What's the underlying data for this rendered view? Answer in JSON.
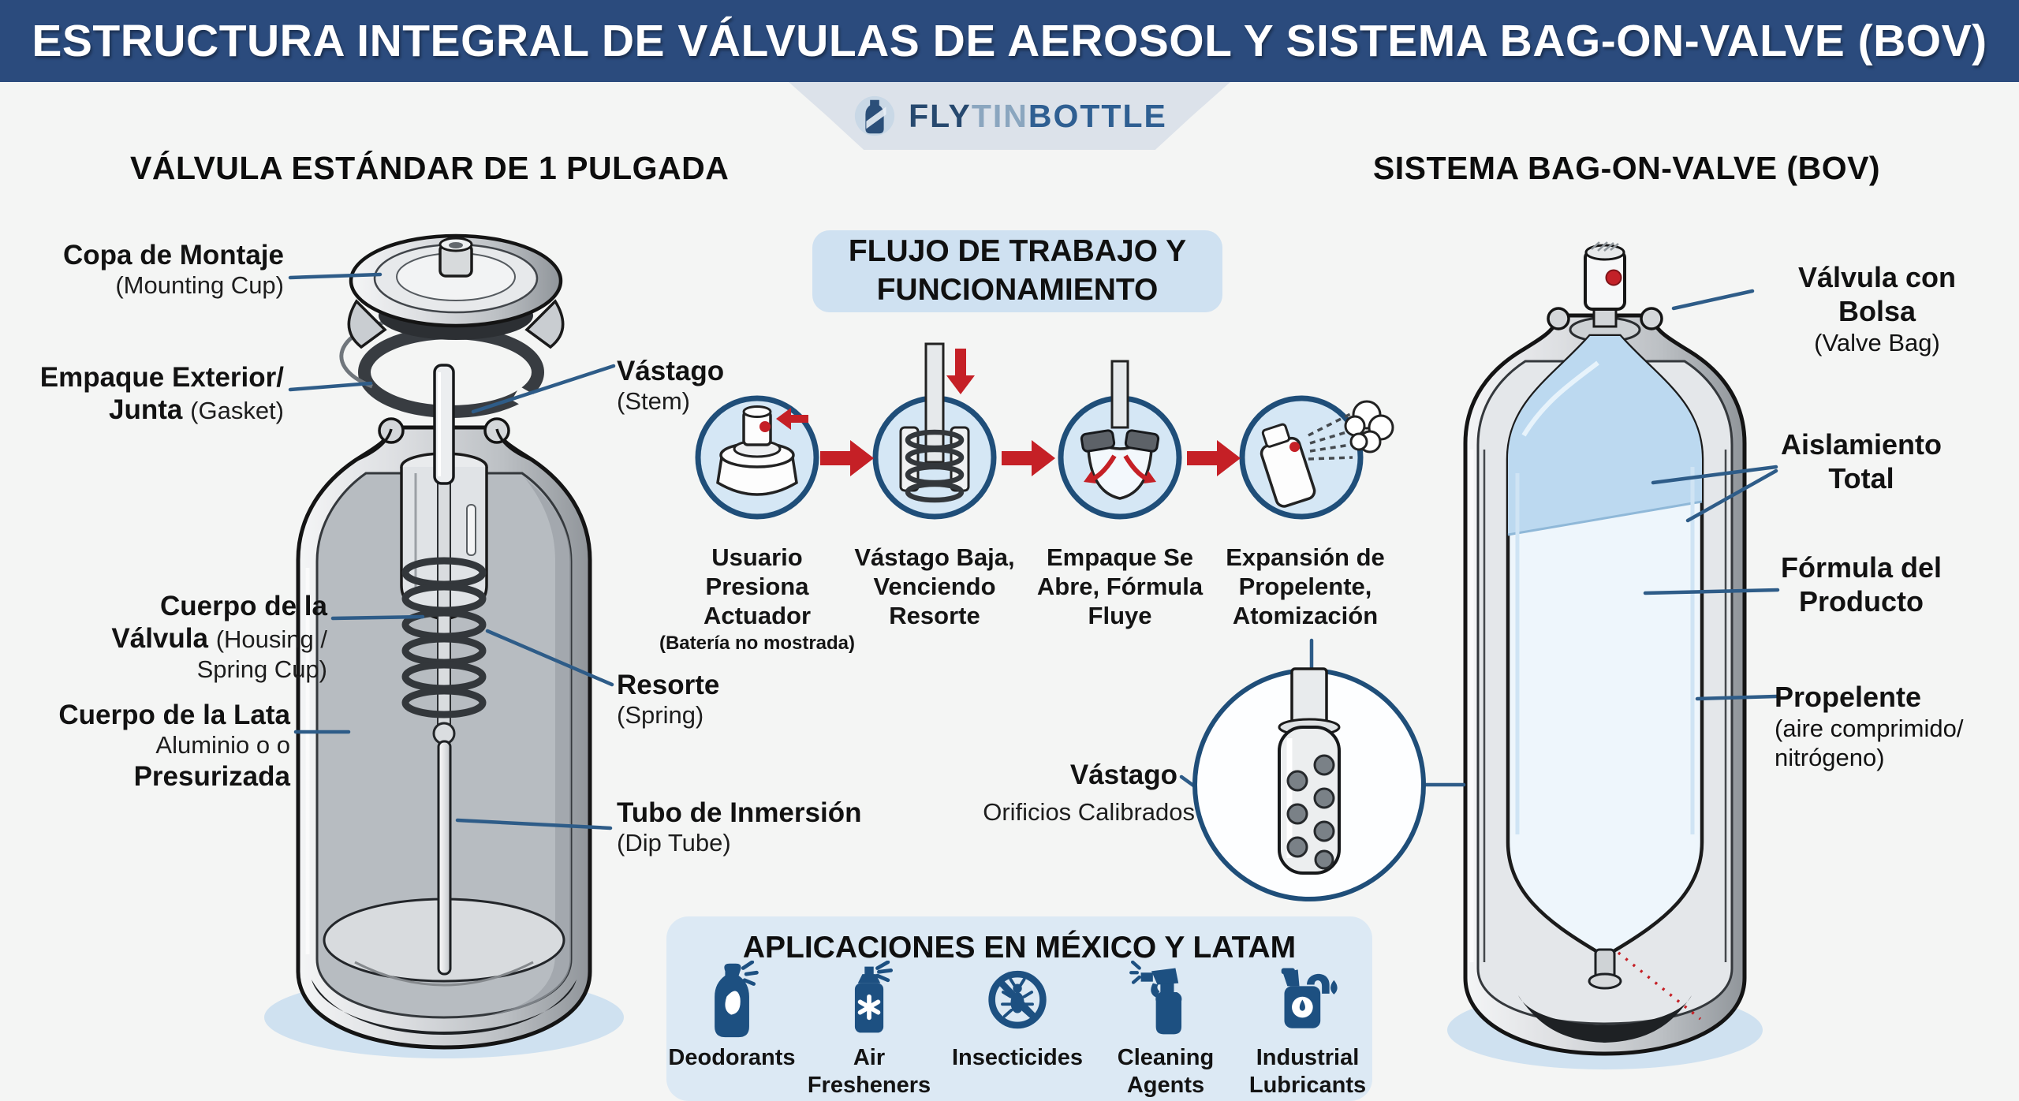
{
  "header": {
    "title": "ESTRUCTURA INTEGRAL DE VÁLVULAS DE AEROSOL Y SISTEMA BAG-ON-VALVE (BOV)"
  },
  "logo": {
    "fly": "FLY",
    "tin": "TIN",
    "bottle": "BOTTLE"
  },
  "left_panel": {
    "heading": "VÁLVULA ESTÁNDAR DE 1 PULGADA",
    "callouts": {
      "mounting_cup": {
        "bold": "Copa de Montaje",
        "normal": "(Mounting Cup)"
      },
      "gasket": {
        "bold1": "Empaque Exterior/",
        "bold2": "Junta",
        "normal2": "(Gasket)"
      },
      "housing": {
        "bold1": "Cuerpo de la",
        "bold2": "Válvula",
        "normal2": "(Housing /",
        "normal3": "Spring Cup)"
      },
      "can_body": {
        "bold1": "Cuerpo de la Lata",
        "normal2": "Aluminio o o",
        "bold3": "Presurizada"
      },
      "stem": {
        "bold": "Vástago",
        "normal": "(Stem)"
      },
      "spring": {
        "bold": "Resorte",
        "normal": "(Spring)"
      },
      "dip_tube": {
        "bold": "Tubo de Inmersión",
        "normal": "(Dip Tube)"
      }
    }
  },
  "workflow": {
    "title_line1": "FLUJO DE TRABAJO Y",
    "title_line2": "FUNCIONAMIENTO",
    "steps": [
      {
        "l1": "Usuario",
        "l2": "Presiona",
        "l3": "Actuador",
        "note": "(Batería no mostrada)"
      },
      {
        "l1": "Vástago Baja,",
        "l2": "Venciendo",
        "l3": "Resorte",
        "note": ""
      },
      {
        "l1": "Empaque Se",
        "l2": "Abre, Fórmula",
        "l3": "Fluye",
        "note": ""
      },
      {
        "l1": "Expansión de",
        "l2": "Propelente,",
        "l3": "Atomización",
        "note": ""
      }
    ],
    "inset": {
      "bold": "Vástago",
      "normal": "Orificios Calibrados"
    }
  },
  "right_panel": {
    "heading": "SISTEMA BAG-ON-VALVE (BOV)",
    "callouts": {
      "valve_bag": {
        "bold": "Válvula con Bolsa",
        "normal": "(Valve Bag)"
      },
      "isolation": {
        "bold1": "Aislamiento",
        "bold2": "Total"
      },
      "formula": {
        "bold1": "Fórmula del",
        "bold2": "Producto"
      },
      "propellant": {
        "bold": "Propelente",
        "normal1": "(aire comprimido/",
        "normal2": "nitrógeno)"
      }
    }
  },
  "applications": {
    "heading": "APLICACIONES EN MÉXICO Y LATAM",
    "items": [
      {
        "icon": "deodorant-bottle-icon",
        "line1": "Deodorants",
        "line2": ""
      },
      {
        "icon": "air-freshener-can-icon",
        "line1": "Air",
        "line2": "Fresheners"
      },
      {
        "icon": "insecticide-prohibition-icon",
        "line1": "Insecticides",
        "line2": ""
      },
      {
        "icon": "cleaning-spray-bottle-icon",
        "line1": "Cleaning",
        "line2": "Agents"
      },
      {
        "icon": "industrial-lubricant-jug-icon",
        "line1": "Industrial",
        "line2": "Lubricants"
      }
    ]
  },
  "colors": {
    "header_bg": "#2b4b7d",
    "accent_navy": "#1f4e79",
    "panel_light_blue": "#d5e7f5",
    "arrow_red": "#c52026",
    "pointer_line": "#2e5c88",
    "icon_navy": "#1d5081"
  }
}
